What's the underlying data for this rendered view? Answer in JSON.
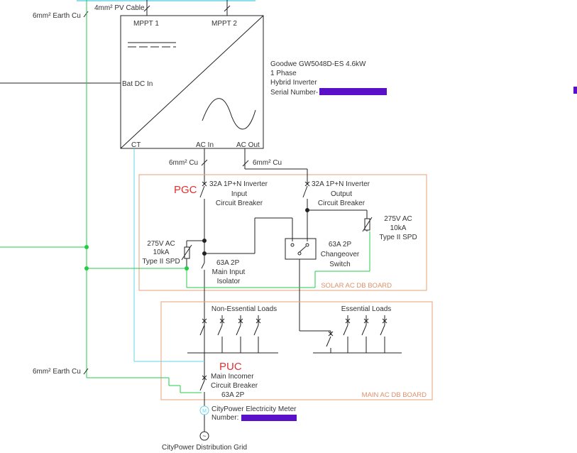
{
  "labels": {
    "pv_cable": "4mm² PV Cable",
    "earth_top": "6mm² Earth Cu",
    "earth_bottom": "6mm² Earth Cu",
    "mppt1": "MPPT 1",
    "mppt2": "MPPT 2",
    "bat_dc_in": "Bat DC In",
    "ct": "CT",
    "ac_in": "AC In",
    "ac_out": "AC Out",
    "inverter_model": "Goodwe GW5048D-ES 4.6kW",
    "inverter_phase": "1 Phase",
    "inverter_type": "Hybrid Inverter",
    "inverter_serial": "Serial Number-",
    "cable_ac_in": "6mm² Cu",
    "cable_ac_out": "6mm² Cu",
    "pgc": "PGC",
    "input_cb_1": "32A 1P+N Inverter",
    "input_cb_2": "Input",
    "input_cb_3": "Circuit Breaker",
    "output_cb_1": "32A 1P+N Inverter",
    "output_cb_2": "Output",
    "output_cb_3": "Circuit Breaker",
    "spd_right_1": "275V AC",
    "spd_right_2": "10kA",
    "spd_right_3": "Type II SPD",
    "spd_left_1": "275V AC",
    "spd_left_2": "10kA",
    "spd_left_3": "Type II SPD",
    "isolator_1": "63A 2P",
    "isolator_2": "Main Input",
    "isolator_3": "Isolator",
    "changeover_1": "63A 2P",
    "changeover_2": "Changeover",
    "changeover_3": "Switch",
    "solar_board": "SOLAR AC DB BOARD",
    "non_essential": "Non-Essential Loads",
    "essential": "Essential Loads",
    "puc": "PUC",
    "incomer_1": "Main Incomer",
    "incomer_2": "Circuit Breaker",
    "incomer_3": "63A 2P",
    "main_board": "MAIN AC DB BOARD",
    "meter_1": "CityPower Electricity Meter",
    "meter_2": "Number:",
    "meter_symbol": "M",
    "grid_symbol": "~",
    "grid": "CityPower Distribution Grid"
  },
  "colors": {
    "wire": "#222222",
    "earth": "#22cc44",
    "ct": "#66d6e6",
    "board": "#e8a07a",
    "redact": "#5a10c8",
    "pgc_puc": "#e03030"
  }
}
